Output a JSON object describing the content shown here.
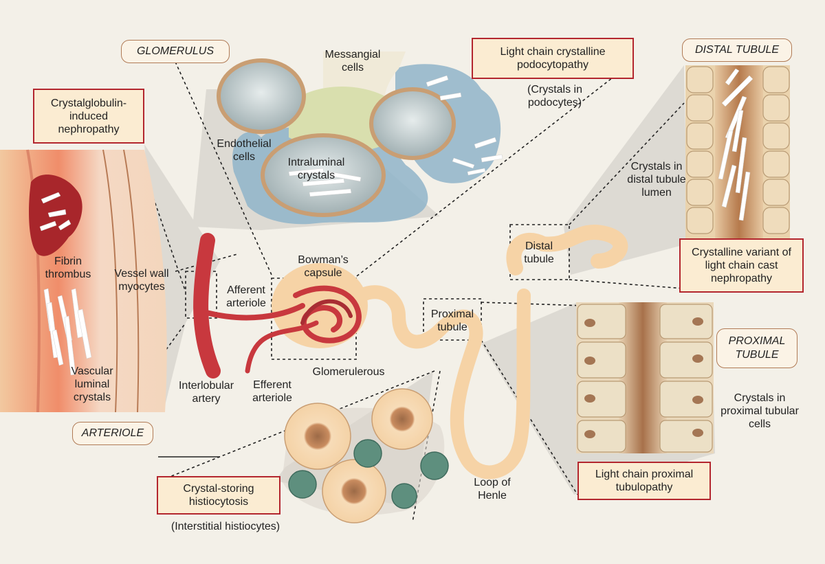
{
  "regions": {
    "glomerulus": "GLOMERULUS",
    "distal_tubule": "DISTAL TUBULE",
    "proximal_tubule": "PROXIMAL TUBULE",
    "arteriole": "ARTERIOLE"
  },
  "diseases": {
    "podocytopathy": "Light chain crystalline podocytopathy",
    "crystalglobulin": "Crystalglobulin-induced nephropathy",
    "cast_nephropathy": "Crystalline variant of light chain cast nephropathy",
    "tubulopathy": "Light chain proximal tubulopathy",
    "histiocytosis": "Crystal-storing histiocytosis"
  },
  "notes": {
    "crystals_in_podocytes": "(Crystals in podocytes)",
    "crystals_distal_lumen": "Crystals in distal tubule lumen",
    "crystals_proximal_cells": "Crystals in proximal tubular cells",
    "interstitial_histiocytes": "(Interstitial histiocytes)"
  },
  "anatomy": {
    "messangial_cells": "Messangial cells",
    "endothelial_cells": "Endothelial cells",
    "intraluminal_crystals": "Intraluminal crystals",
    "bowmans_capsule": "Bowman’s capsule",
    "afferent_arteriole": "Afferent arteriole",
    "efferent_arteriole": "Efferent arteriole",
    "interlobular_artery": "Interlobular artery",
    "glomerulerous": "Glomerulerous",
    "proximal_tubule": "Proximal tubule",
    "distal_tubule": "Distal tubule",
    "loop_of_henle": "Loop of Henle",
    "fibrin_thrombus": "Fibrin thrombus",
    "vessel_wall_myocytes": "Vessel wall myocytes",
    "vascular_luminal_crystals": "Vascular luminal crystals"
  },
  "colors": {
    "background": "#f3f0e8",
    "box_border": "#b3262e",
    "box_fill": "#fbecd2",
    "nephron": "#f6d3a6",
    "vessel": "#c8383e",
    "podocyte": "#8fb4c9",
    "mesangium": "#d9dfae"
  }
}
